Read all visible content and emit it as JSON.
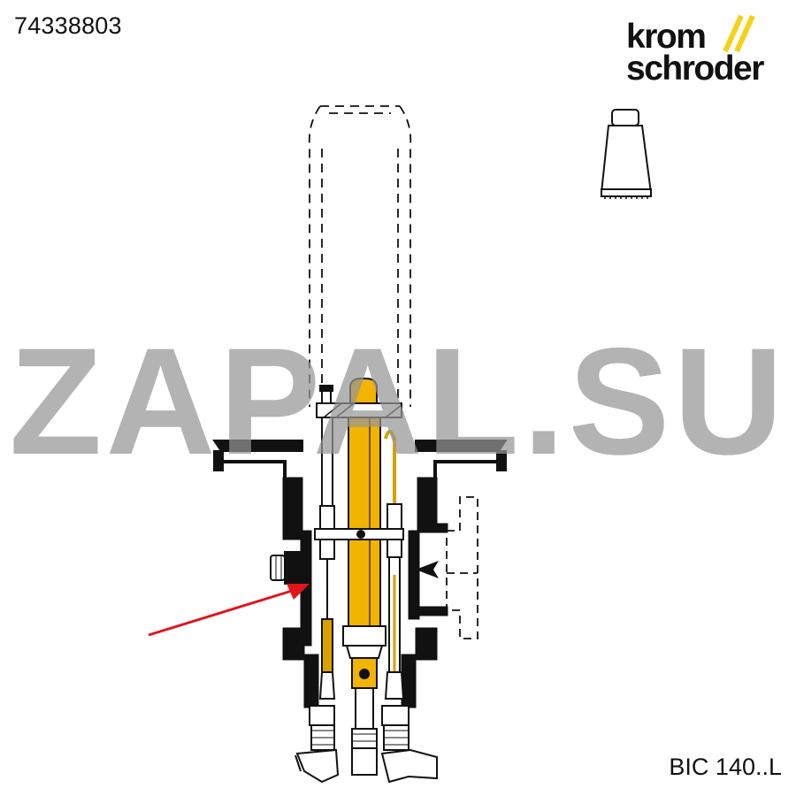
{
  "header": {
    "part_number": "74338803"
  },
  "brand": {
    "line1": "krom",
    "line2": "schroder",
    "slash_color": "#f5d21a"
  },
  "footer": {
    "model": "BIC 140..L"
  },
  "watermark": {
    "text": "ZAPAL.SU"
  },
  "colors": {
    "highlight": "#f2b400",
    "arrow": "#e0161b",
    "outline": "#111111"
  },
  "icons": {
    "grease_tube": "grease-tube-icon",
    "pointer": "red-arrow-icon"
  }
}
